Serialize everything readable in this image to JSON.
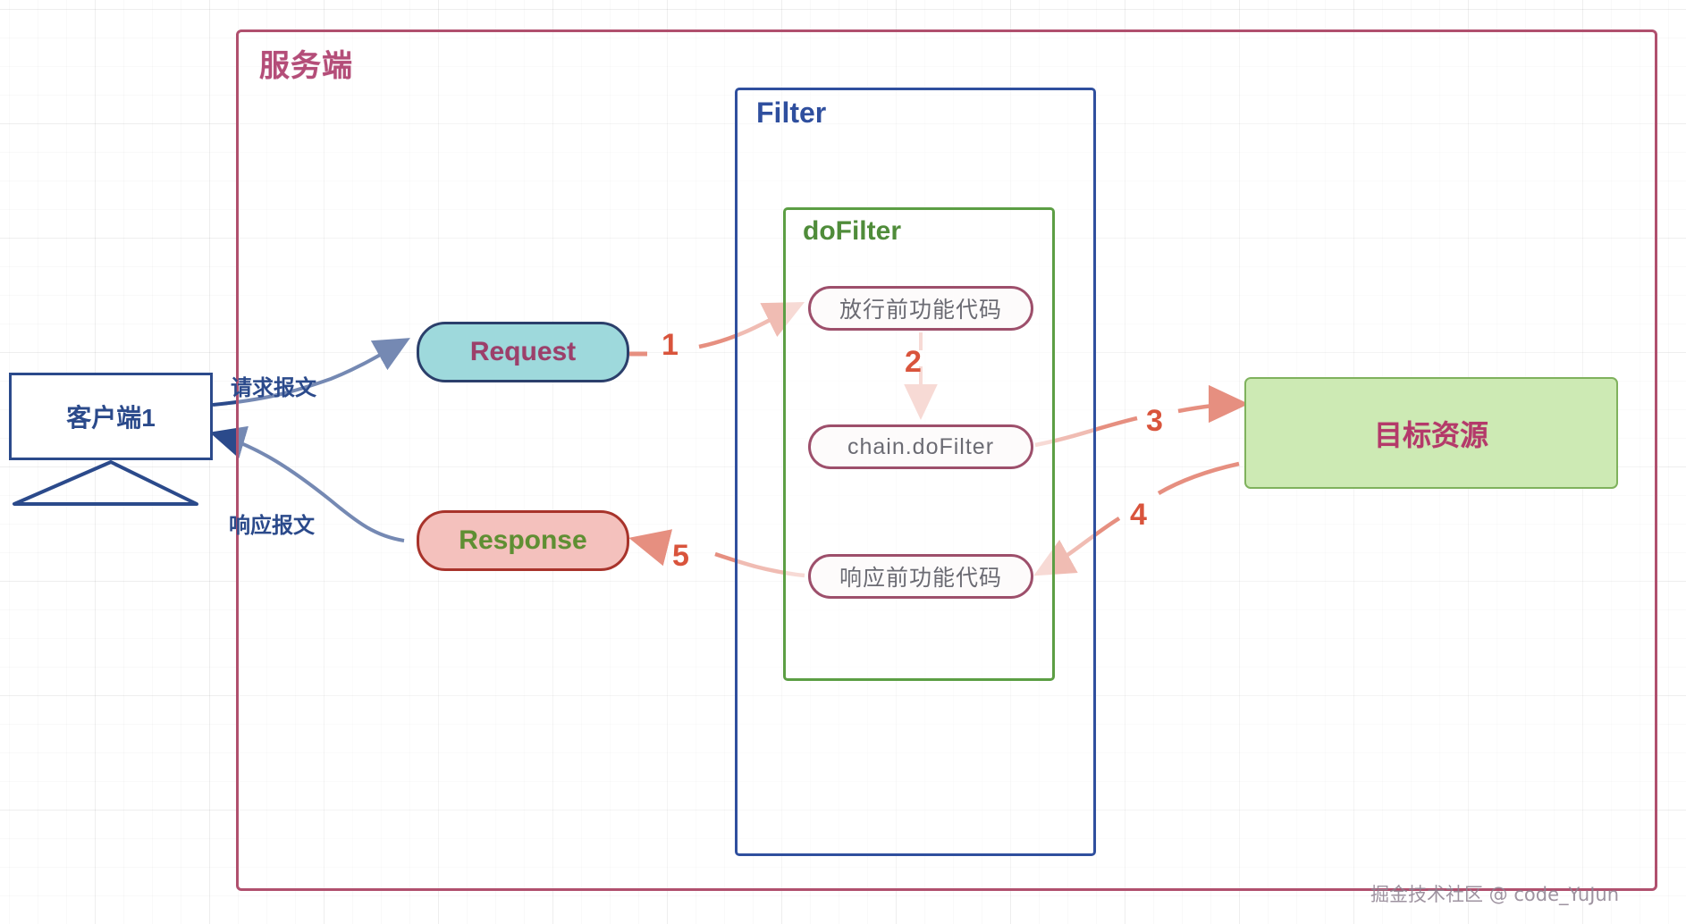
{
  "diagram": {
    "title": "Servlet Filter request/response flow",
    "colors": {
      "server_border": "#b0506e",
      "server_title": "#b44d78",
      "filter_border": "#2f4f9e",
      "filter_title": "#2f4f9e",
      "dofilter_border": "#5c9e44",
      "dofilter_title": "#4f8c3a",
      "pill_border": "#9d4f6b",
      "pill_text": "#6b6b73",
      "request_fill": "#9ed9dc",
      "request_border": "#2b3f6b",
      "request_text": "#9c3f6a",
      "response_fill": "#f4c1bd",
      "response_border": "#a8332b",
      "response_text": "#5f8f33",
      "target_fill": "#cdeab4",
      "target_border": "#7fb25d",
      "target_text": "#b4396a",
      "client_border": "#2b4a8b",
      "client_text": "#2b4a8b",
      "flow_arrow": "#d9543c",
      "blue_arrow": "#2b4a8b"
    }
  },
  "server": {
    "title": "服务端"
  },
  "filter": {
    "title": "Filter"
  },
  "dofilter": {
    "title": "doFilter",
    "steps": [
      {
        "label": "放行前功能代码"
      },
      {
        "label": "chain.doFilter"
      },
      {
        "label": "响应前功能代码"
      }
    ]
  },
  "client": {
    "label": "客户端1"
  },
  "messages": {
    "request_label": "请求报文",
    "response_label": "响应报文"
  },
  "nodes": {
    "request": "Request",
    "response": "Response",
    "target": "目标资源"
  },
  "flow_steps": [
    {
      "number": "1",
      "from": "Request",
      "to": "放行前功能代码"
    },
    {
      "number": "2",
      "from": "放行前功能代码",
      "to": "chain.doFilter"
    },
    {
      "number": "3",
      "from": "chain.doFilter",
      "to": "目标资源"
    },
    {
      "number": "4",
      "from": "目标资源",
      "to": "响应前功能代码"
    },
    {
      "number": "5",
      "from": "响应前功能代码",
      "to": "Response"
    }
  ],
  "watermark": {
    "text": "掘金技术社区 @ code_YuJun"
  }
}
